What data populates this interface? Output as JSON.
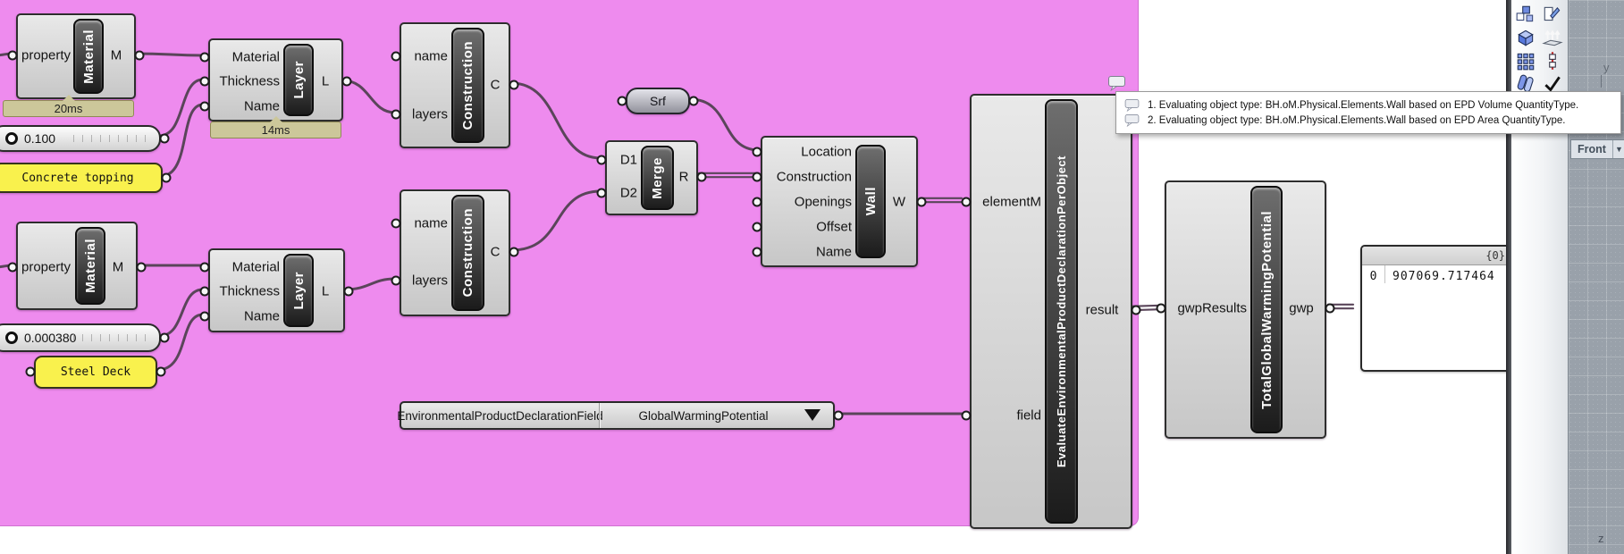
{
  "colors": {
    "group_pink": "#ee8bee",
    "wire": "#5a455a",
    "panel_yellow": "#f9f14d",
    "badge_olive": "#ccc79a",
    "viewport_grid": "#99a1aa"
  },
  "nodes": {
    "material1": {
      "title": "Material",
      "input": "property",
      "output": "M",
      "runtime": "20ms"
    },
    "slider1": {
      "value": "0.100"
    },
    "panel_concrete": {
      "text": "Concrete topping"
    },
    "layer1": {
      "title": "Layer",
      "inputs": [
        "Material",
        "Thickness",
        "Name"
      ],
      "output": "L",
      "runtime": "14ms"
    },
    "construction1": {
      "title": "Construction",
      "inputs": [
        "name",
        "layers"
      ],
      "output": "C"
    },
    "srf": {
      "label": "Srf"
    },
    "merge": {
      "title": "Merge",
      "inputs": [
        "D1",
        "D2"
      ],
      "output": "R"
    },
    "wall": {
      "title": "Wall",
      "inputs": [
        "Location",
        "Construction",
        "Openings",
        "Offset",
        "Name"
      ],
      "output": "W"
    },
    "material2": {
      "title": "Material",
      "input": "property",
      "output": "M"
    },
    "slider2": {
      "value": "0.000380"
    },
    "panel_steel": {
      "text": "Steel Deck"
    },
    "layer2": {
      "title": "Layer",
      "inputs": [
        "Material",
        "Thickness",
        "Name"
      ],
      "output": "L"
    },
    "construction2": {
      "title": "Construction",
      "inputs": [
        "name",
        "layers"
      ],
      "output": "C"
    },
    "value_list": {
      "name": "EnvironmentalProductDeclarationField",
      "selected": "GlobalWarmingPotential"
    },
    "evaluate": {
      "title": "EvaluateEnvironmentalProductDeclarationPerObject",
      "inputs": [
        "elementM",
        "field"
      ],
      "output": "result"
    },
    "total": {
      "title": "TotalGlobalWarmingPotential",
      "input": "gwpResults",
      "output": "gwp"
    },
    "out_panel": {
      "header": "{0}",
      "row_index": "0",
      "row_value": "907069.717464"
    }
  },
  "tooltip": {
    "lines": [
      "1. Evaluating object type: BH.oM.Physical.Elements.Wall based on EPD Volume QuantityType.",
      "2. Evaluating object type: BH.oM.Physical.Elements.Wall based on EPD Area QuantityType."
    ]
  },
  "rhino": {
    "viewport_label": "Front",
    "viewport_arrow": "▼",
    "axis_y": "y",
    "axis_z": "z",
    "toolbar_icons": [
      "group-objects-icon",
      "edit-rectangle-icon",
      "solid-box-icon",
      "extrude-surface-icon",
      "array-grid-icon",
      "split-edge-icon",
      "pipe-icon",
      "check-icon"
    ]
  }
}
